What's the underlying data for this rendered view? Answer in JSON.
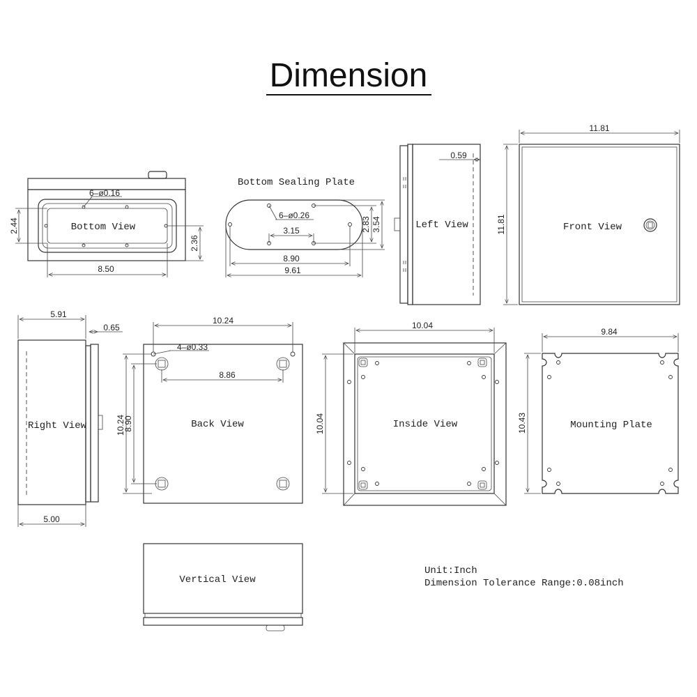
{
  "title": "Dimension",
  "views": {
    "bottom": {
      "label": "Bottom View",
      "holes": "6–ø0.16",
      "w": "8.50",
      "h_left": "2.44",
      "h_right": "2.36"
    },
    "sealing": {
      "label": "Bottom Sealing Plate",
      "holes": "6–ø0.26",
      "inner": "3.15",
      "w_inner": "8.90",
      "w": "9.61",
      "h_inner": "2.83",
      "h": "3.54"
    },
    "left": {
      "label": "Left View",
      "depth": "0.59"
    },
    "front": {
      "label": "Front View",
      "w": "11.81",
      "h": "11.81"
    },
    "right": {
      "label": "Right View",
      "w_top": "5.91",
      "flange": "0.65",
      "w_bottom": "5.00"
    },
    "back": {
      "label": "Back View",
      "holes": "4–ø0.33",
      "w": "10.24",
      "spacing_w": "8.86",
      "h": "10.24",
      "spacing_h": "8.90"
    },
    "inside": {
      "label": "Inside View",
      "w": "10.04",
      "h": "10.04"
    },
    "mounting": {
      "label": "Mounting Plate",
      "w": "9.84",
      "h": "10.43"
    },
    "vertical": {
      "label": "Vertical View"
    }
  },
  "notes": {
    "unit": "Unit:Inch",
    "tolerance": "Dimension Tolerance Range:0.08inch"
  }
}
